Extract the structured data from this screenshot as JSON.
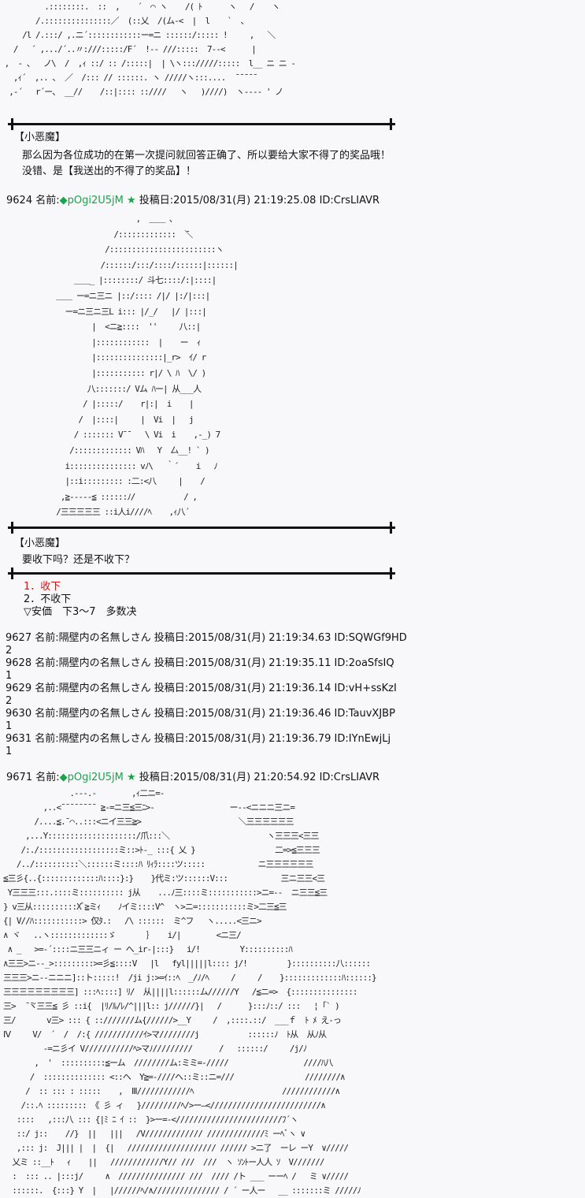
{
  "art1": [
    "          .::::::::.  ::  ,    ´  ⌒ ヽ    /( ﾄ      ヽ   /    ヽ",
    "        /.:::::::::::::::／  (::乂  /(ム-<  |  l    `  、",
    "     /l /.:::/ ,.ニ´::::::::::::ー=ニ ::::::/::::: !     ,   ＼",
    "   /   ´ ,.../´..〃:///:::::/F´  !-- ///:::::  7--<      |",
    " ,  - 、  ノ\\  /  ,ｨ ::/ :: /:::::|  | \\ヽ::://///:::::  l__ ニ ニ -",
    "   ,ｨ´  ,.. 、 ／  /::: // ::::::. ヽ /////ヽ:::....  ̄ ̄ ̄ ̄ ̄",
    "  ,-´   r´ー、 __//    /::|:::: ::////   ヽ   )////)  ヽ---- ' ノ"
  ],
  "speech1": {
    "speaker": "【小恶魔】",
    "lines": [
      "那么因为各位成功的在第一次提问就回答正确了、所以要给大家不得了的奖品哦！",
      "没错、是【我送出的不得了的奖品】！"
    ]
  },
  "post9624": {
    "num": "9624",
    "name_label": "名前:",
    "trip": "◆pOgi2U5jM",
    "star": "★",
    "date": "投稿日:2015/08/31(月) 21:19:25.08 ID:CrsLIAVR"
  },
  "art2": [
    "                    ,  ＿＿ ､",
    "               /:::::::::::::  ̄＼",
    "             /::::::::::::::::::::::::ヽ",
    "            /::::::/:::/::::/::::::|::::::|",
    "      ＿＿_ |::::::::/ 斗七::::/:|::::|",
    "  ＿＿ ー=ニ三ニ |::/:::: /|/ |:/|:::|",
    "    ー=ニ三ニ三L i::: |/_/   |/ |:::|",
    "          |  <ニ≧::::  ''     八::|",
    "          |::::::::::::  |    ー  ｨ",
    "          |:::::::::::::::|_r>  ｲ/ r",
    "          |::::::::::: r|/ \\ ﾊ  \\/ )",
    "         八:::::::/ Vム ﾊー| 从___人",
    "        / |:::::/    r|:|  i    |",
    "       /  |::::|     |  Vi  |   j",
    "      / ::::::: V¯¯   \\ Vi  i    ,-_) 7",
    "     /::::::::::::: Vﾊ   Y  厶__! ` )",
    "    i::::::::::::::: vﾉ\\   ｀´    i   ﾉ",
    "    |::i::::::::: :二:<八     |    /",
    "   ,≧-----≦ ::::::ﾉ/           / ,",
    "  /三三三三三 ::i人i////ﾍ    ,ｨ八´"
  ],
  "speech2": {
    "speaker": "【小恶魔】",
    "line": "要收下吗？还是不收下？"
  },
  "choices": {
    "opt1": "1．收下",
    "opt2": "2．不收下",
    "note": "▽安価　下3～7　多数决"
  },
  "replies": [
    {
      "header": "9627 名前:隔壁内の名無しさん 投稿日:2015/08/31(月) 21:19:34.63 ID:SQWGf9HD",
      "body": "2"
    },
    {
      "header": "9628 名前:隔壁内の名無しさん 投稿日:2015/08/31(月) 21:19:35.11 ID:2oaSfsIQ",
      "body": "1"
    },
    {
      "header": "9629 名前:隔壁内の名無しさん 投稿日:2015/08/31(月) 21:19:36.14 ID:vH+ssKzI",
      "body": "2"
    },
    {
      "header": "9630 名前:隔壁内の名無しさん 投稿日:2015/08/31(月) 21:19:36.46 ID:TauvXJBP",
      "body": "1"
    },
    {
      "header": "9631 名前:隔壁内の名無しさん 投稿日:2015/08/31(月) 21:19:36.79 ID:IYnEwjLj",
      "body": "1"
    }
  ],
  "post9671": {
    "num": "9671",
    "name_label": "名前:",
    "trip": "◆pOgi2U5jM",
    "star": "★",
    "date": "投稿日:2015/08/31(月) 21:20:54.92 ID:CrsLIAVR"
  },
  "art3": [
    "               .-‐-.-        ,ｨ二ニ=-",
    "         ,..<¯¯¯¯¯¯¯¯ ≧-=ニ三≦三ﾆ>‐                 ー--<ニニニ三ニ=",
    "       /....≦.¯⌒..:::<ニイ三三≧>                      ＼三三三三三三",
    "     ,...Y::::::::::::::::::::/爪:::＼                      ヽ三三三<三三",
    "    /:./::::::::::::::::::ミ::>ﾄ-_ :::{ 乂 }                  二=>≦三三三",
    "   /../::::::::::＼::::::ミ::::ﾊ ﾘｨﾗ::::ツ:::::            ニ三三三三三三",
    "≦三彡{..{:::::::::::::ﾊ::::}:}    }代ミ:ツ::::::V:::            三ニ三三<三",
    " Y三三三:::.::::ミ:::::::::: j从    ...ﾉ三::::ミ:::::::::::>ニ=--  ニ三三≦三",
    "} v三从::::::::::Xﾞ≧ミｨ    ﾉイミ::::V^  ヽ>ニ=:::::::::::ミ>二三≦三",
    "{| V//ﾊ:::::::::::> 仅ﾀ.:   /\\ ::::::  ミ^フ   ヽ.....<三ニ>",
    "∧ ヾ   ..ヽ:::::::::::::ゞ       ｝   i/|        <ニ三/",
    " ∧ _   >=-´::::ニ三三ニィ ー へ_ir-|:::}   i/!         Y::::::::::ﾊ",
    "∧三三>ニ--_>:::::::::>=彡≦::::V   |l   fyl|||||l:::: j/!         }::::::::::八::::::",
    "三三三>ニ--ニニニ]::ト:::::!  /ji j:>=ｲ::ﾍ  _/ﾉ/ﾍ     /     /    }:::::::::::::ﾊ::::::}",
    "三三三三三三三三三] :::ﾍ::::] ﾘ/  从||||l::::::ム//////Y   /≦ニ=>  {:::::::::::::::",
    "三>  ̄ ̄ヾ三三≦ 彡 ::i{  |ﾘ/ﾙ/ﾚ/^|||l:: j//////}|   /      }:::ﾉ::/ :::   ¦ ｢` )",
    "三/       v三> ::: { ::///////ム{//////>__Y     /  ,::::.::/  ___ｆ  ﾄ ﾒ え-っ",
    "Ⅳ     V/  ´  /  /:{ ///////////ｲ>マ////////j           ::::::ﾉ  ﾄ从  从ﾉ从",
    "         -=ニ彡イ V///////////ﾍ>マﾉ/////////      /   ::::::/     /j/ﾉ",
    "       ,  '  ::::::::::≦ーム  ////////ム:ミミ=-/////                 ////ﾊ八",
    "      /  :::::::::::::: <::ヘ  Y≧=-////へ::ミ::ニ=///                ////////∧",
    "     /  :: ::: : :::::    ,  Ⅲ////////////ﾍ                    ////////////∧",
    "    /::.ﾍ ::::::::: 《 彡 ィ   }/////////ﾍ/>ー―</////////////////////////∧",
    "   ::::   ,:::八 ::: {|ﾐ ﾆ ｲ ::  }>ー=-<////////////////////////ﾌ´ヽ",
    "   ::/ j::    //}  ||   |||   /V///////////// /////////////ﾐ ーﾍﾞヽ ∨",
    "   ,::: j:  J||| |  |  {|   //////////////////// ////// >ニ了  ーレ ーY  ∨/////",
    "  乂ミ ::__ﾄ   ｨ    ||   ////////////Y// ///  ///  ヽ ｿﾝﾄー人人 ｿ  V///////",
    "  :  ::: .. |:::j/     ∧  /////////////// ///  //// /ト ___ ーーﾍ /   ミ ∨/////",
    "  ::::::.  {:::} Y  |   |//////ﾍ/∧/////////////// / ´ ー人ー   __ :::::::ミ /////ﾉ"
  ]
}
